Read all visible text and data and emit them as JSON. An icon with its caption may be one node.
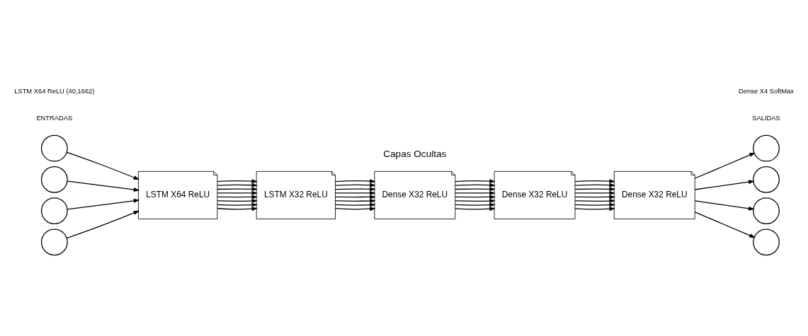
{
  "diagram": {
    "nodes": [
      {
        "text": [],
        "shape": "circle"
      },
      {
        "text": [],
        "shape": "circle"
      },
      {
        "text": [],
        "shape": "circle"
      },
      {
        "text": [],
        "shape": "circle"
      },
      {
        "text": [
          "LSTM X64 ReLU"
        ]
      },
      {
        "text": [
          "LSTM X32 ReLU"
        ]
      },
      {
        "text": [
          "Dense X32 ReLU"
        ]
      },
      {
        "text": [
          "Dense X32 ReLU"
        ]
      },
      {
        "text": [
          "Dense X32 ReLU"
        ]
      },
      {
        "text": [],
        "shape": "circle"
      },
      {
        "text": [],
        "shape": "circle"
      },
      {
        "text": [],
        "shape": "circle"
      },
      {
        "text": [],
        "shape": "circle"
      }
    ],
    "edges": [
      {
        "from": 0,
        "to": 4,
        "arrow": "to"
      },
      {
        "from": 1,
        "to": 4,
        "arrow": "to"
      },
      {
        "from": 2,
        "to": 4,
        "arrow": "to"
      },
      {
        "from": 3,
        "to": 4,
        "arrow": "to"
      },
      {
        "from": 4,
        "to": 5,
        "arrow": "to"
      },
      {
        "from": 4,
        "to": 5,
        "arrow": "to"
      },
      {
        "from": 4,
        "to": 5,
        "arrow": "to"
      },
      {
        "from": 4,
        "to": 5,
        "arrow": "to"
      },
      {
        "from": 4,
        "to": 5,
        "arrow": "to"
      },
      {
        "from": 4,
        "to": 5,
        "arrow": "to"
      },
      {
        "from": 4,
        "to": 5,
        "arrow": "to"
      },
      {
        "from": 4,
        "to": 5,
        "arrow": "to"
      },
      {
        "from": 5,
        "to": 6,
        "arrow": "to"
      },
      {
        "from": 5,
        "to": 6,
        "arrow": "to"
      },
      {
        "from": 5,
        "to": 6,
        "arrow": "to"
      },
      {
        "from": 5,
        "to": 6,
        "arrow": "to"
      },
      {
        "from": 5,
        "to": 6,
        "arrow": "to"
      },
      {
        "from": 5,
        "to": 6,
        "arrow": "to"
      },
      {
        "from": 5,
        "to": 6,
        "arrow": "to"
      },
      {
        "from": 5,
        "to": 6,
        "arrow": "to"
      },
      {
        "from": 6,
        "to": 7,
        "arrow": "to"
      },
      {
        "from": 6,
        "to": 7,
        "arrow": "to"
      },
      {
        "from": 6,
        "to": 7,
        "arrow": "to"
      },
      {
        "from": 6,
        "to": 7,
        "arrow": "to"
      },
      {
        "from": 6,
        "to": 7,
        "arrow": "to"
      },
      {
        "from": 6,
        "to": 7,
        "arrow": "to"
      },
      {
        "from": 6,
        "to": 7,
        "arrow": "to"
      },
      {
        "from": 6,
        "to": 7,
        "arrow": "to"
      },
      {
        "from": 7,
        "to": 8,
        "arrow": "to"
      },
      {
        "from": 7,
        "to": 8,
        "arrow": "to"
      },
      {
        "from": 7,
        "to": 8,
        "arrow": "to"
      },
      {
        "from": 7,
        "to": 8,
        "arrow": "to"
      },
      {
        "from": 7,
        "to": 8,
        "arrow": "to"
      },
      {
        "from": 7,
        "to": 8,
        "arrow": "to"
      },
      {
        "from": 7,
        "to": 8,
        "arrow": "to"
      },
      {
        "from": 7,
        "to": 8,
        "arrow": "to"
      },
      {
        "from": 8,
        "to": 9,
        "arrow": "to"
      },
      {
        "from": 8,
        "to": 10,
        "arrow": "to"
      },
      {
        "from": 8,
        "to": 11,
        "arrow": "to"
      },
      {
        "from": 8,
        "to": 12,
        "arrow": "to"
      }
    ],
    "labels": [
      "ENTRADAS",
      "SALIDAS",
      "Capas Ocultas",
      "LSTM X64 ReLU (40,1662)",
      "Dense X4 SoftMax"
    ]
  }
}
